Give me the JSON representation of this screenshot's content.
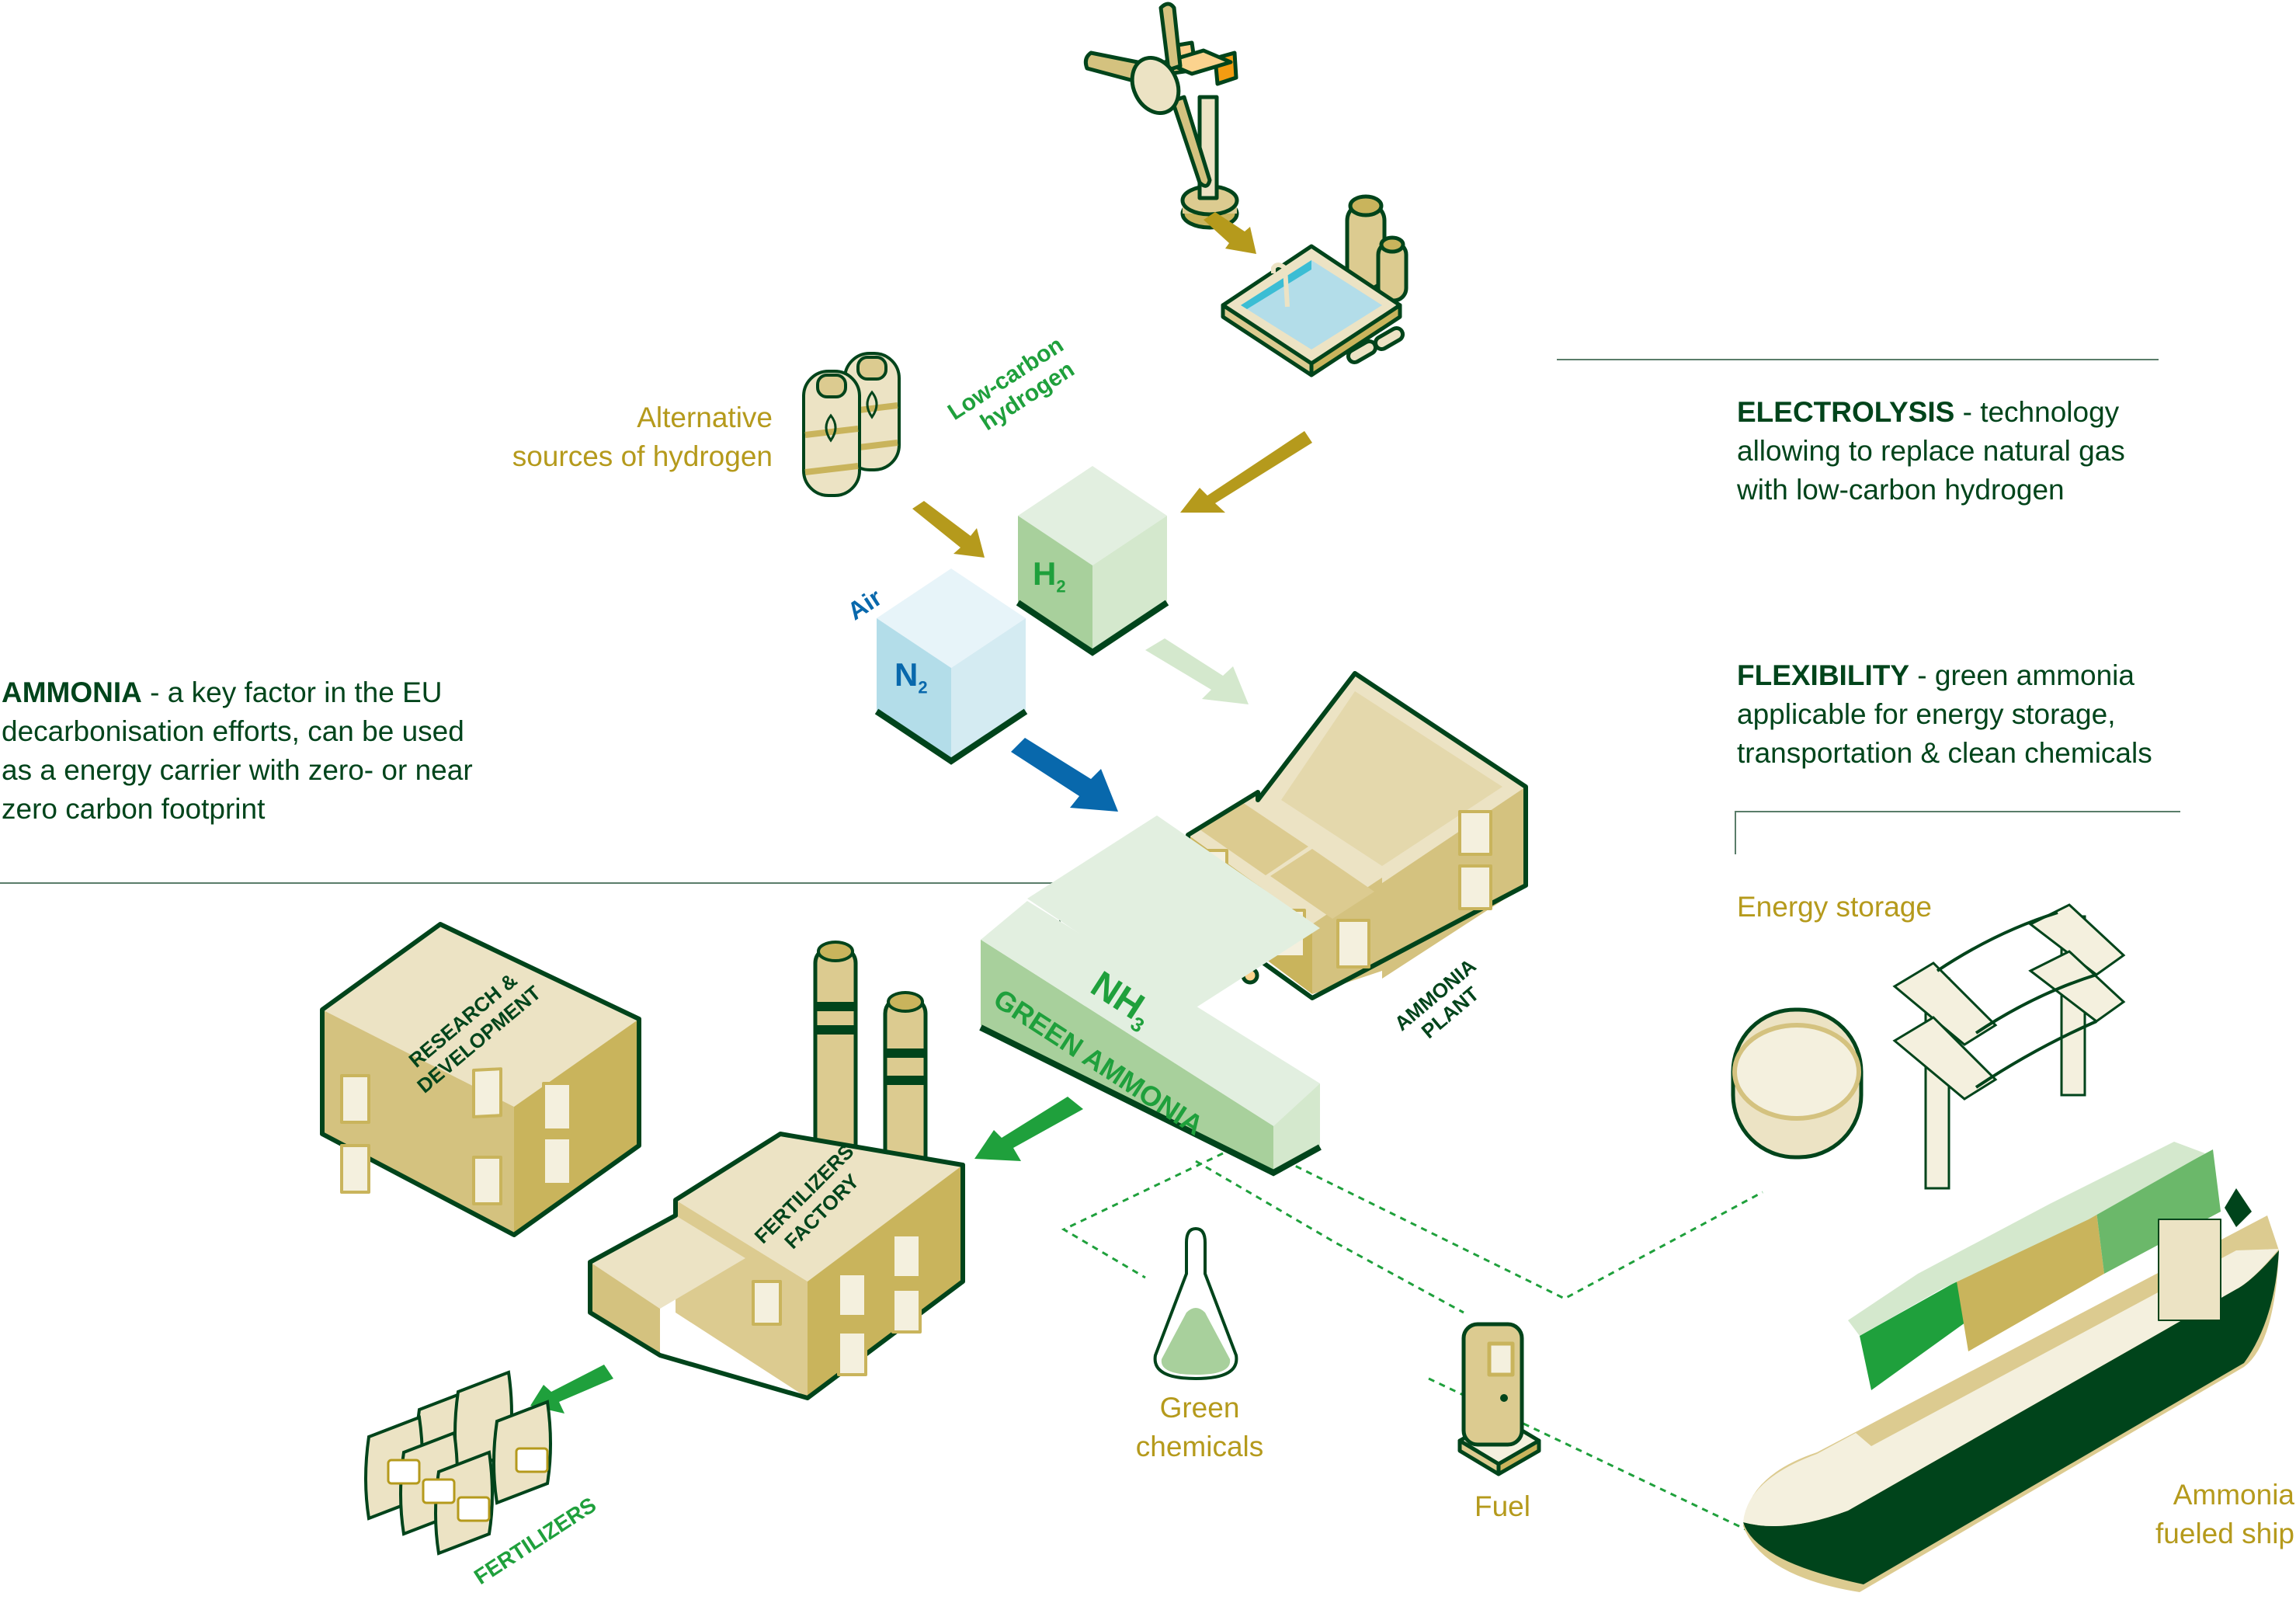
{
  "colors": {
    "dark_green": "#00441b",
    "bright_green": "#1fa03c",
    "gold": "#b59a1c",
    "beige_light": "#ece3c4",
    "beige_mid": "#dccb90",
    "beige_dark": "#c9b45c",
    "blue": "#0868ac",
    "light_blue": "#b3dde9",
    "light_green": "#a8d09c",
    "orange": "#f39c12"
  },
  "callouts": {
    "electrolysis": {
      "title": "ELECTROLYSIS",
      "lines": [
        " - technology",
        "allowing to replace natural gas",
        "with low-carbon hydrogen"
      ]
    },
    "flexibility": {
      "title": "FLEXIBILITY",
      "lines": [
        " - green ammonia",
        "applicable for energy storage,",
        "transportation & clean chemicals"
      ]
    },
    "ammonia": {
      "title": "AMMONIA",
      "lines": [
        " - a key factor in the EU",
        "decarbonisation efforts, can be used",
        "as a energy carrier with zero- or near",
        "zero carbon footprint"
      ]
    }
  },
  "labels": {
    "alternative_sources": [
      "Alternative",
      "sources of hydrogen"
    ],
    "low_carbon_hydrogen": [
      "Low-carbon",
      "hydrogen"
    ],
    "air": "Air",
    "h2": "H",
    "h2_sub": "2",
    "n2": "N",
    "n2_sub": "2",
    "nh3": "NH",
    "nh3_sub": "3",
    "green_ammonia": "GREEN AMMONIA",
    "ammonia_plant": [
      "AMMONIA",
      "PLANT"
    ],
    "research_development": [
      "RESEARCH &",
      "DEVELOPMENT"
    ],
    "fertilizers_factory": [
      "FERTILIZERS",
      "FACTORY"
    ],
    "fertilizers": "FERTILIZERS",
    "green_chemicals": [
      "Green",
      "chemicals"
    ],
    "fuel": "Fuel",
    "energy_storage": "Energy storage",
    "ammonia_ship": [
      "Ammonia",
      "fueled ship"
    ]
  }
}
